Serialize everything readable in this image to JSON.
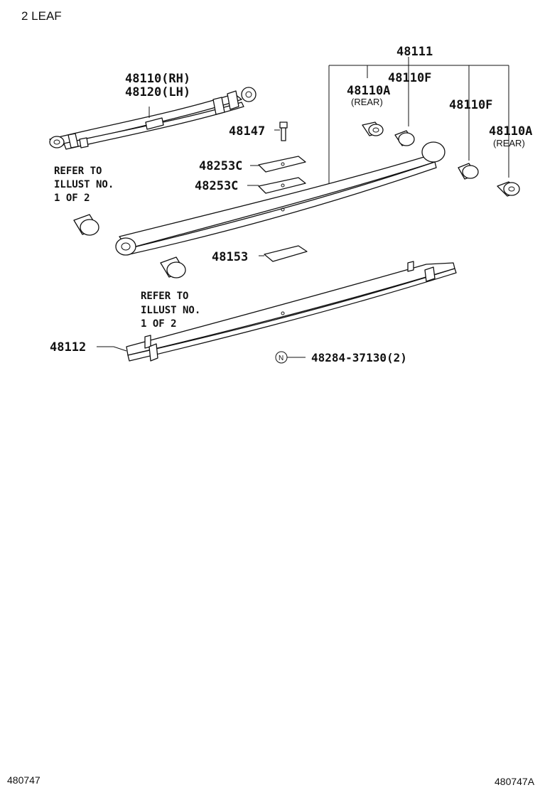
{
  "header": {
    "title": "2 LEAF"
  },
  "labels": {
    "p48111": "48111",
    "p48110rh": "48110(RH)",
    "p48120lh": "48120(LH)",
    "p48110f_a": "48110F",
    "p48110a_a": "48110A",
    "rear_a": "(REAR)",
    "p48110f_b": "48110F",
    "p48110a_b": "48110A",
    "rear_b": "(REAR)",
    "p48147": "48147",
    "p48253c_a": "48253C",
    "p48253c_b": "48253C",
    "p48153": "48153",
    "p48112": "48112",
    "refer1_l1": "REFER TO",
    "refer1_l2": "ILLUST NO.",
    "refer1_l3": "1 OF 2",
    "refer2_l1": "REFER TO",
    "refer2_l2": "ILLUST NO.",
    "refer2_l3": "1 OF 2",
    "nut_symbol": "N",
    "nut_part": "48284-37130(2)"
  },
  "footer": {
    "left": "480747",
    "right": "480747A"
  }
}
